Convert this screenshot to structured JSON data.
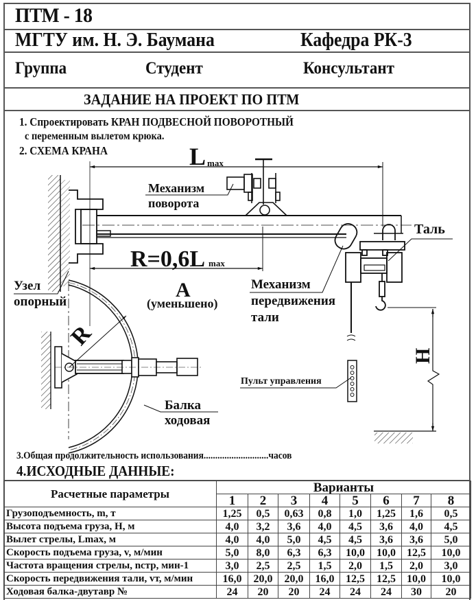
{
  "header": {
    "doc_code": "ПТМ - 18",
    "university": "МГТУ им. Н. Э. Баумана",
    "department": "Кафедра  РК-3",
    "group_label": "Группа",
    "student_label": "Студент",
    "consultant_label": "Консультант"
  },
  "task": {
    "title": "ЗАДАНИЕ  НА  ПРОЕКТ  ПО  ПТМ",
    "item1_line1": "1. Спроектировать КРАН ПОДВЕСНОЙ ПОВОРОТНЫЙ",
    "item1_line2": "с переменным вылетом крюка.",
    "item2": "2. СХЕМА  КРАНА",
    "item3": "3.Общая продолжительность использования............................часов",
    "item4": "4.ИСХОДНЫЕ ДАННЫЕ:"
  },
  "diagram": {
    "lmax_main": "L",
    "lmax_sub": "max",
    "r_formula_main": "R=0,6L",
    "r_formula_sub": "max",
    "slewing_mech_line1": "Механизм",
    "slewing_mech_line2": "поворота",
    "hoist": "Таль",
    "support_line1": "Узел",
    "support_line2": "опорный",
    "view_letter": "А",
    "view_note": "(уменьшено)",
    "travel_mech_line1": "Механизм",
    "travel_mech_line2": "передвижения",
    "travel_mech_line3": "тали",
    "radius": "R",
    "height": "Н",
    "pendant": "Пульт управления",
    "beam_line1": "Балка",
    "beam_line2": "ходовая"
  },
  "table": {
    "param_header": "Расчетные параметры",
    "variants_header": "Варианты",
    "variants": [
      "1",
      "2",
      "3",
      "4",
      "5",
      "6",
      "7",
      "8"
    ],
    "rows": [
      {
        "name": "Грузоподъемность, m, т",
        "values": [
          "1,25",
          "0,5",
          "0,63",
          "0,8",
          "1,0",
          "1,25",
          "1,6",
          "0,5"
        ]
      },
      {
        "name": "Высота подъема груза, Н, м",
        "values": [
          "4,0",
          "3,2",
          "3,6",
          "4,0",
          "4,5",
          "3,6",
          "4,0",
          "4,5"
        ]
      },
      {
        "name": "Вылет стрелы, Lmax, м",
        "values": [
          "4,0",
          "4,0",
          "5,0",
          "4,5",
          "4,5",
          "3,6",
          "3,6",
          "5,0"
        ]
      },
      {
        "name": "Скорость подъема груза, v, м/мин",
        "values": [
          "5,0",
          "8,0",
          "6,3",
          "6,3",
          "10,0",
          "10,0",
          "12,5",
          "10,0"
        ]
      },
      {
        "name": "Частота вращения стрелы, nстр, мин-1",
        "values": [
          "3,0",
          "2,5",
          "2,5",
          "1,5",
          "2,0",
          "1,5",
          "2,0",
          "3,0"
        ]
      },
      {
        "name": "Скорость передвижения тали, vт, м/мин",
        "values": [
          "16,0",
          "20,0",
          "20,0",
          "16,0",
          "12,5",
          "12,5",
          "10,0",
          "10,0"
        ]
      },
      {
        "name": "Ходовая балка-двутавр №",
        "values": [
          "24",
          "20",
          "20",
          "24",
          "24",
          "24",
          "30",
          "20"
        ]
      }
    ]
  }
}
